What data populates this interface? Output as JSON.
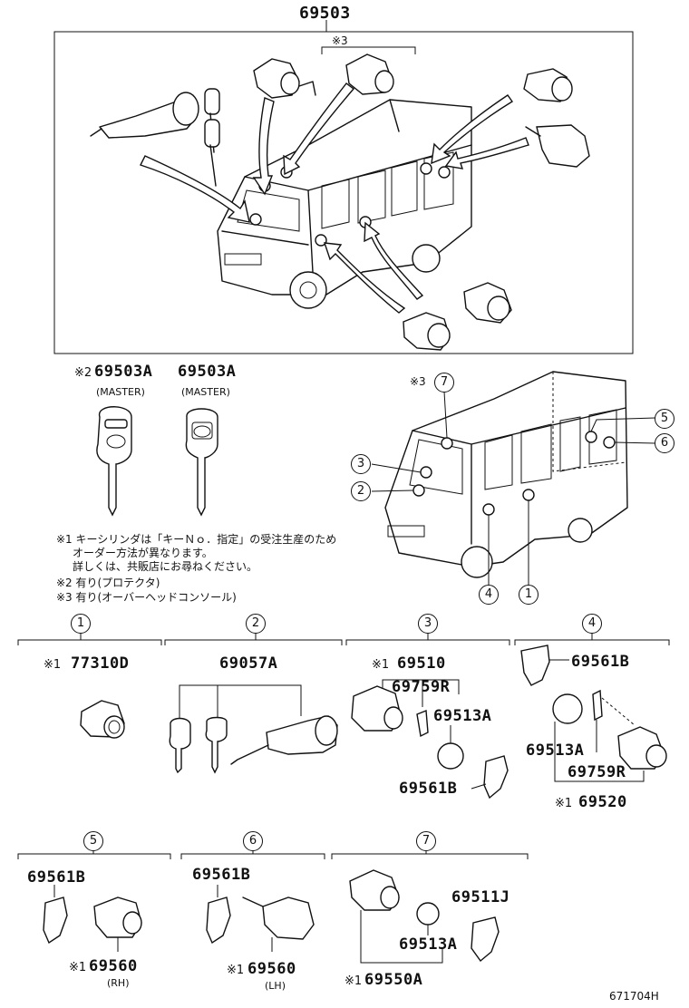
{
  "top": {
    "assembly_label": "69503",
    "mark3": "※3"
  },
  "keys": {
    "left_prefix": "※2",
    "left_label": "69503A",
    "left_sub": "(MASTER)",
    "right_label": "69503A",
    "right_sub": "(MASTER)"
  },
  "van2": {
    "mark3": "※3",
    "callouts": [
      "7",
      "5",
      "6",
      "3",
      "2",
      "4",
      "1"
    ]
  },
  "notes": [
    "※1 キーシリンダは「キーＮｏ．指定」の受注生産のため",
    "オーダー方法が異なります。",
    "詳しくは、共販店にお尋ねください。",
    "※2 有り(プロテクタ)",
    "※3 有り(オーバーヘッドコンソール)"
  ],
  "sections": {
    "s1": {
      "num": "1",
      "prefix": "※1",
      "label": "77310D"
    },
    "s2": {
      "num": "2",
      "label": "69057A"
    },
    "s3": {
      "num": "3",
      "prefix": "※1",
      "labels": [
        "69510",
        "69759R",
        "69513A",
        "69561B"
      ]
    },
    "s4": {
      "num": "4",
      "labels": [
        "69561B",
        "69513A",
        "69759R",
        "69520"
      ],
      "prefix": "※1"
    },
    "s5": {
      "num": "5",
      "labels": [
        "69561B",
        "69560"
      ],
      "prefix": "※1",
      "sub": "(RH)"
    },
    "s6": {
      "num": "6",
      "labels": [
        "69561B",
        "69560"
      ],
      "prefix": "※1",
      "sub": "(LH)"
    },
    "s7": {
      "num": "7",
      "labels": [
        "69511J",
        "69513A",
        "69550A"
      ],
      "prefix": "※1"
    }
  },
  "footer_code": "671704H"
}
